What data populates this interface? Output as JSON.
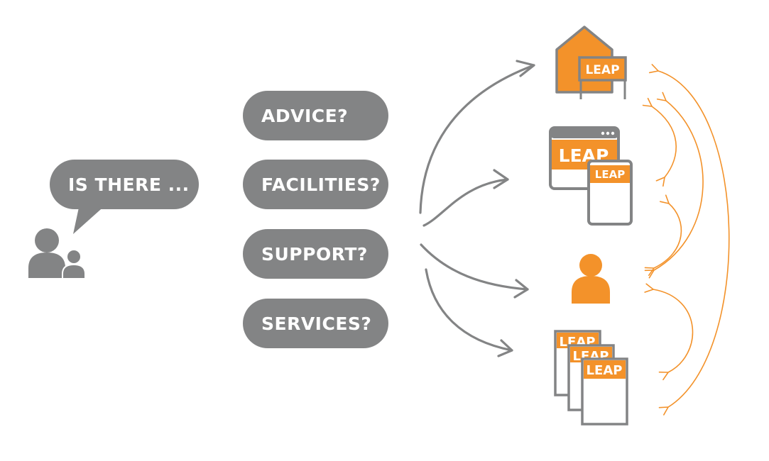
{
  "question": {
    "text": "IS THERE ..."
  },
  "options": [
    {
      "label": "ADVICE?"
    },
    {
      "label": "FACILITIES?"
    },
    {
      "label": "SUPPORT?"
    },
    {
      "label": "SERVICES?"
    }
  ],
  "providers": {
    "building": {
      "sign_text": "LEAP",
      "icon": "building-with-sign-icon"
    },
    "screens": {
      "large_text": "LEAP",
      "small_text": "LEAP",
      "icon": "browser-and-mobile-icon"
    },
    "person": {
      "icon": "person-icon"
    },
    "documents": {
      "texts": [
        "LEAP",
        "LEAP",
        "LEAP"
      ],
      "icon": "document-stack-icon"
    }
  },
  "colors": {
    "gray": "#838485",
    "orange": "#f3922a",
    "white": "#ffffff"
  }
}
